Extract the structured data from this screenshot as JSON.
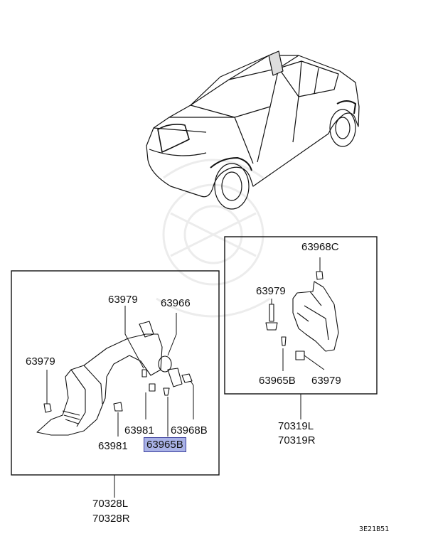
{
  "part_labels": {
    "c_63968C": "63968C",
    "c_63979": "63979",
    "c_63965B": "63965B",
    "c_63979b": "63979",
    "l_63979a": "63979",
    "l_63966": "63966",
    "l_63979b": "63979",
    "l_63981a": "63981",
    "l_63968B": "63968B",
    "l_63981b": "63981",
    "l_63965B": "63965B"
  },
  "assembly_labels": {
    "right_L": "70319L",
    "right_R": "70319R",
    "left_L": "70328L",
    "left_R": "70328R"
  },
  "highlighted_part": "63965B",
  "diagram_code": "3E21B51",
  "colors": {
    "highlight_fill": "#a9b2e6",
    "highlight_border": "#3b3f9e",
    "line": "#111111"
  }
}
